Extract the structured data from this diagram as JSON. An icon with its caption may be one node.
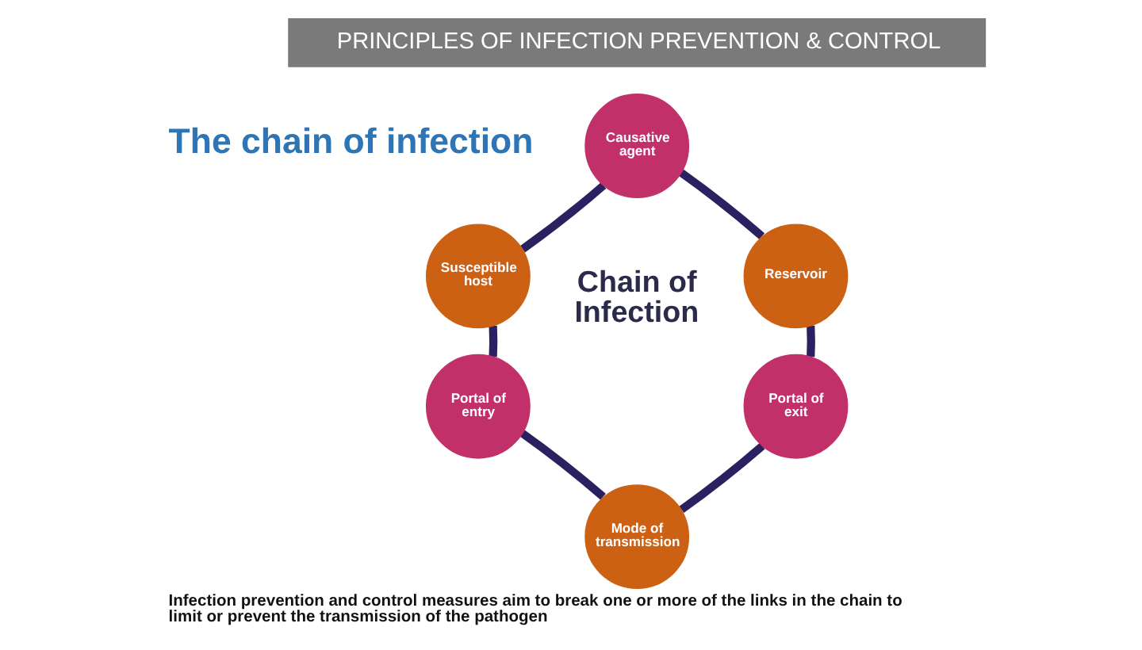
{
  "diagram": {
    "title": "The chain of infection",
    "caption": "Infection prevention and control measures aim to break one or more of the links in the chain to limit or prevent the transmission of the pathogen",
    "nodes": [
      {
        "text": [
          "Causative agent"
        ]
      },
      {
        "text": [
          "Susceptible host"
        ]
      },
      {
        "text": [
          "Reservoir"
        ]
      },
      {
        "text": [
          "Portal of entry"
        ]
      },
      {
        "text": [
          "Portal of exit"
        ]
      },
      {
        "text": [
          "Mode of transmission"
        ]
      }
    ],
    "edges": [
      {
        "from": 0,
        "to": 2,
        "arrow": "none"
      },
      {
        "from": 2,
        "to": 4,
        "arrow": "none"
      },
      {
        "from": 4,
        "to": 5,
        "arrow": "none"
      },
      {
        "from": 5,
        "to": 3,
        "arrow": "none"
      },
      {
        "from": 3,
        "to": 1,
        "arrow": "none"
      },
      {
        "from": 1,
        "to": 0,
        "arrow": "none"
      }
    ],
    "labels": [
      "PRINCIPLES OF INFECTION PREVENTION & CONTROL",
      "Chain of Infection"
    ]
  }
}
